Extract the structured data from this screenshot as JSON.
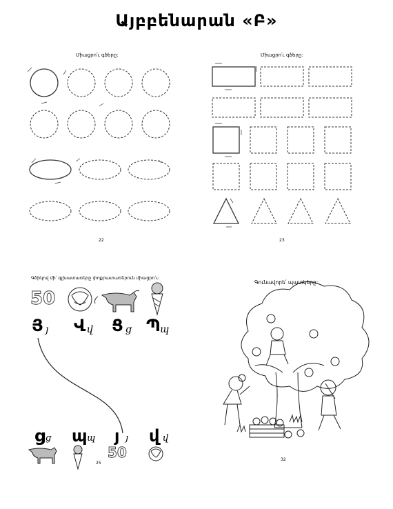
{
  "title": "Այբբենարան «Բ»",
  "pages": [
    {
      "instruction": "Միացրո՛ւ գծերը:",
      "page_number": "22"
    },
    {
      "instruction": "Միացրո՛ւ գծերը:",
      "page_number": "23"
    },
    {
      "instruction": "Գծիկով մի՛ գլխատառերը փոքրատառերուն միացրո՛ւ:",
      "page_number": "25",
      "number_picture": "50",
      "top_letters": [
        {
          "capital": "Յ",
          "script": "յ"
        },
        {
          "capital": "Վ",
          "script": "վ"
        },
        {
          "capital": "Ց",
          "script": "ց"
        },
        {
          "capital": "Պ",
          "script": "պ"
        }
      ],
      "bottom_letters": [
        {
          "small": "ց",
          "script": "ց"
        },
        {
          "small": "պ",
          "script": "պ"
        },
        {
          "small": "յ",
          "script": "յ"
        },
        {
          "small": "վ",
          "script": "վ"
        }
      ]
    },
    {
      "instruction": "Գունավորե՛ պատկերը:",
      "page_number": "32"
    }
  ]
}
